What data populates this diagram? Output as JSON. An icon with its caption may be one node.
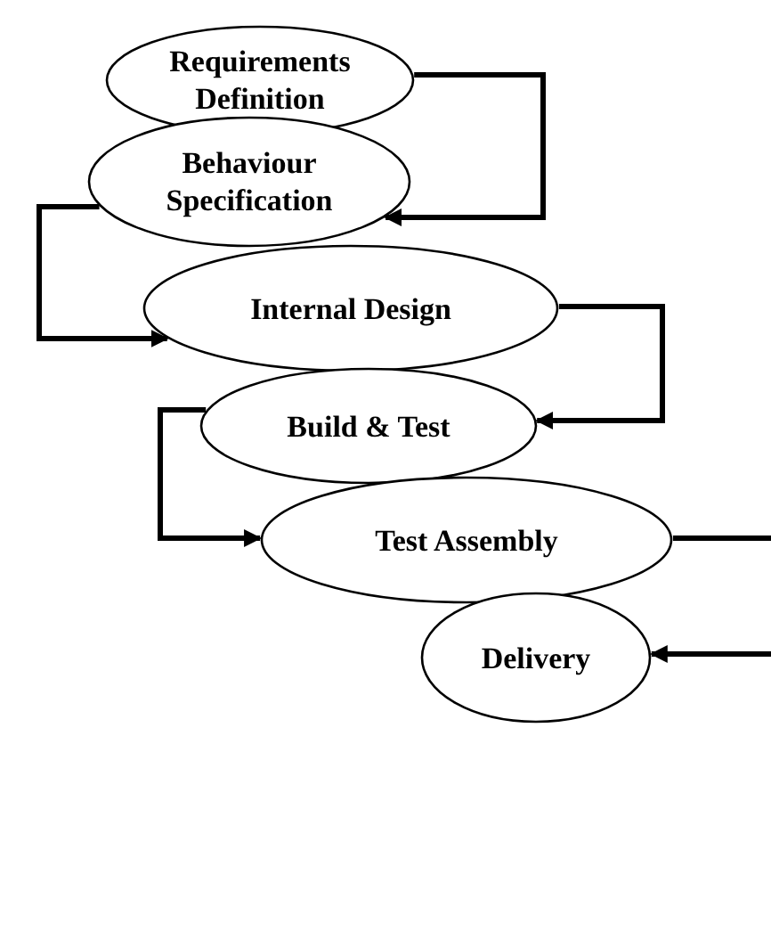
{
  "diagram": {
    "nodes": [
      {
        "text": [
          "Requirements Definition"
        ]
      },
      {
        "text": [
          "Behaviour Specification"
        ]
      },
      {
        "text": [
          "Internal Design"
        ]
      },
      {
        "text": [
          "Build & Test"
        ]
      },
      {
        "text": [
          "Test Assembly"
        ]
      },
      {
        "text": [
          "Delivery"
        ]
      }
    ],
    "edges": [
      {
        "from": 0,
        "to": 1,
        "arrow": "to"
      },
      {
        "from": 1,
        "to": 2,
        "arrow": "to"
      },
      {
        "from": 2,
        "to": 3,
        "arrow": "to"
      },
      {
        "from": 3,
        "to": 4,
        "arrow": "to"
      },
      {
        "from": 4,
        "to": 5,
        "arrow": "to"
      }
    ]
  }
}
